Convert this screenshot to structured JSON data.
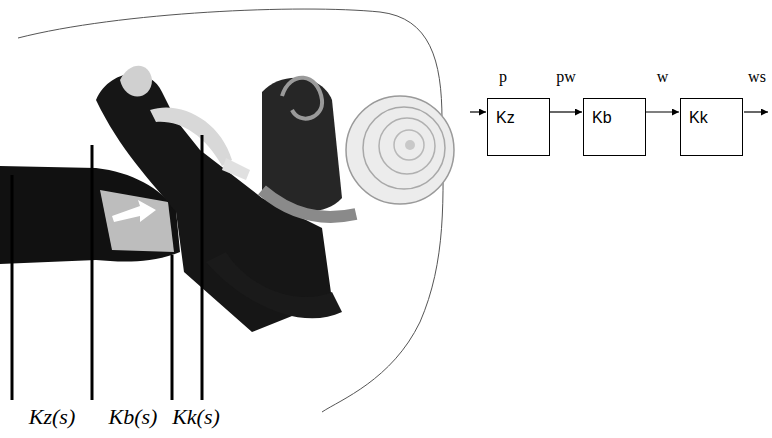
{
  "diagram": {
    "nodes": [
      {
        "text": [
          "Kz"
        ]
      },
      {
        "text": [
          "Kb"
        ]
      },
      {
        "text": [
          "Kk"
        ]
      }
    ],
    "edges": [
      {
        "from": 0,
        "to": 1,
        "arrow": "to",
        "label": "pw"
      },
      {
        "from": 1,
        "to": 2,
        "arrow": "to",
        "label": "w"
      }
    ],
    "labels": [
      "p",
      "ws",
      "Kz(s)",
      "Kb(s)",
      "Kk(s)"
    ]
  }
}
